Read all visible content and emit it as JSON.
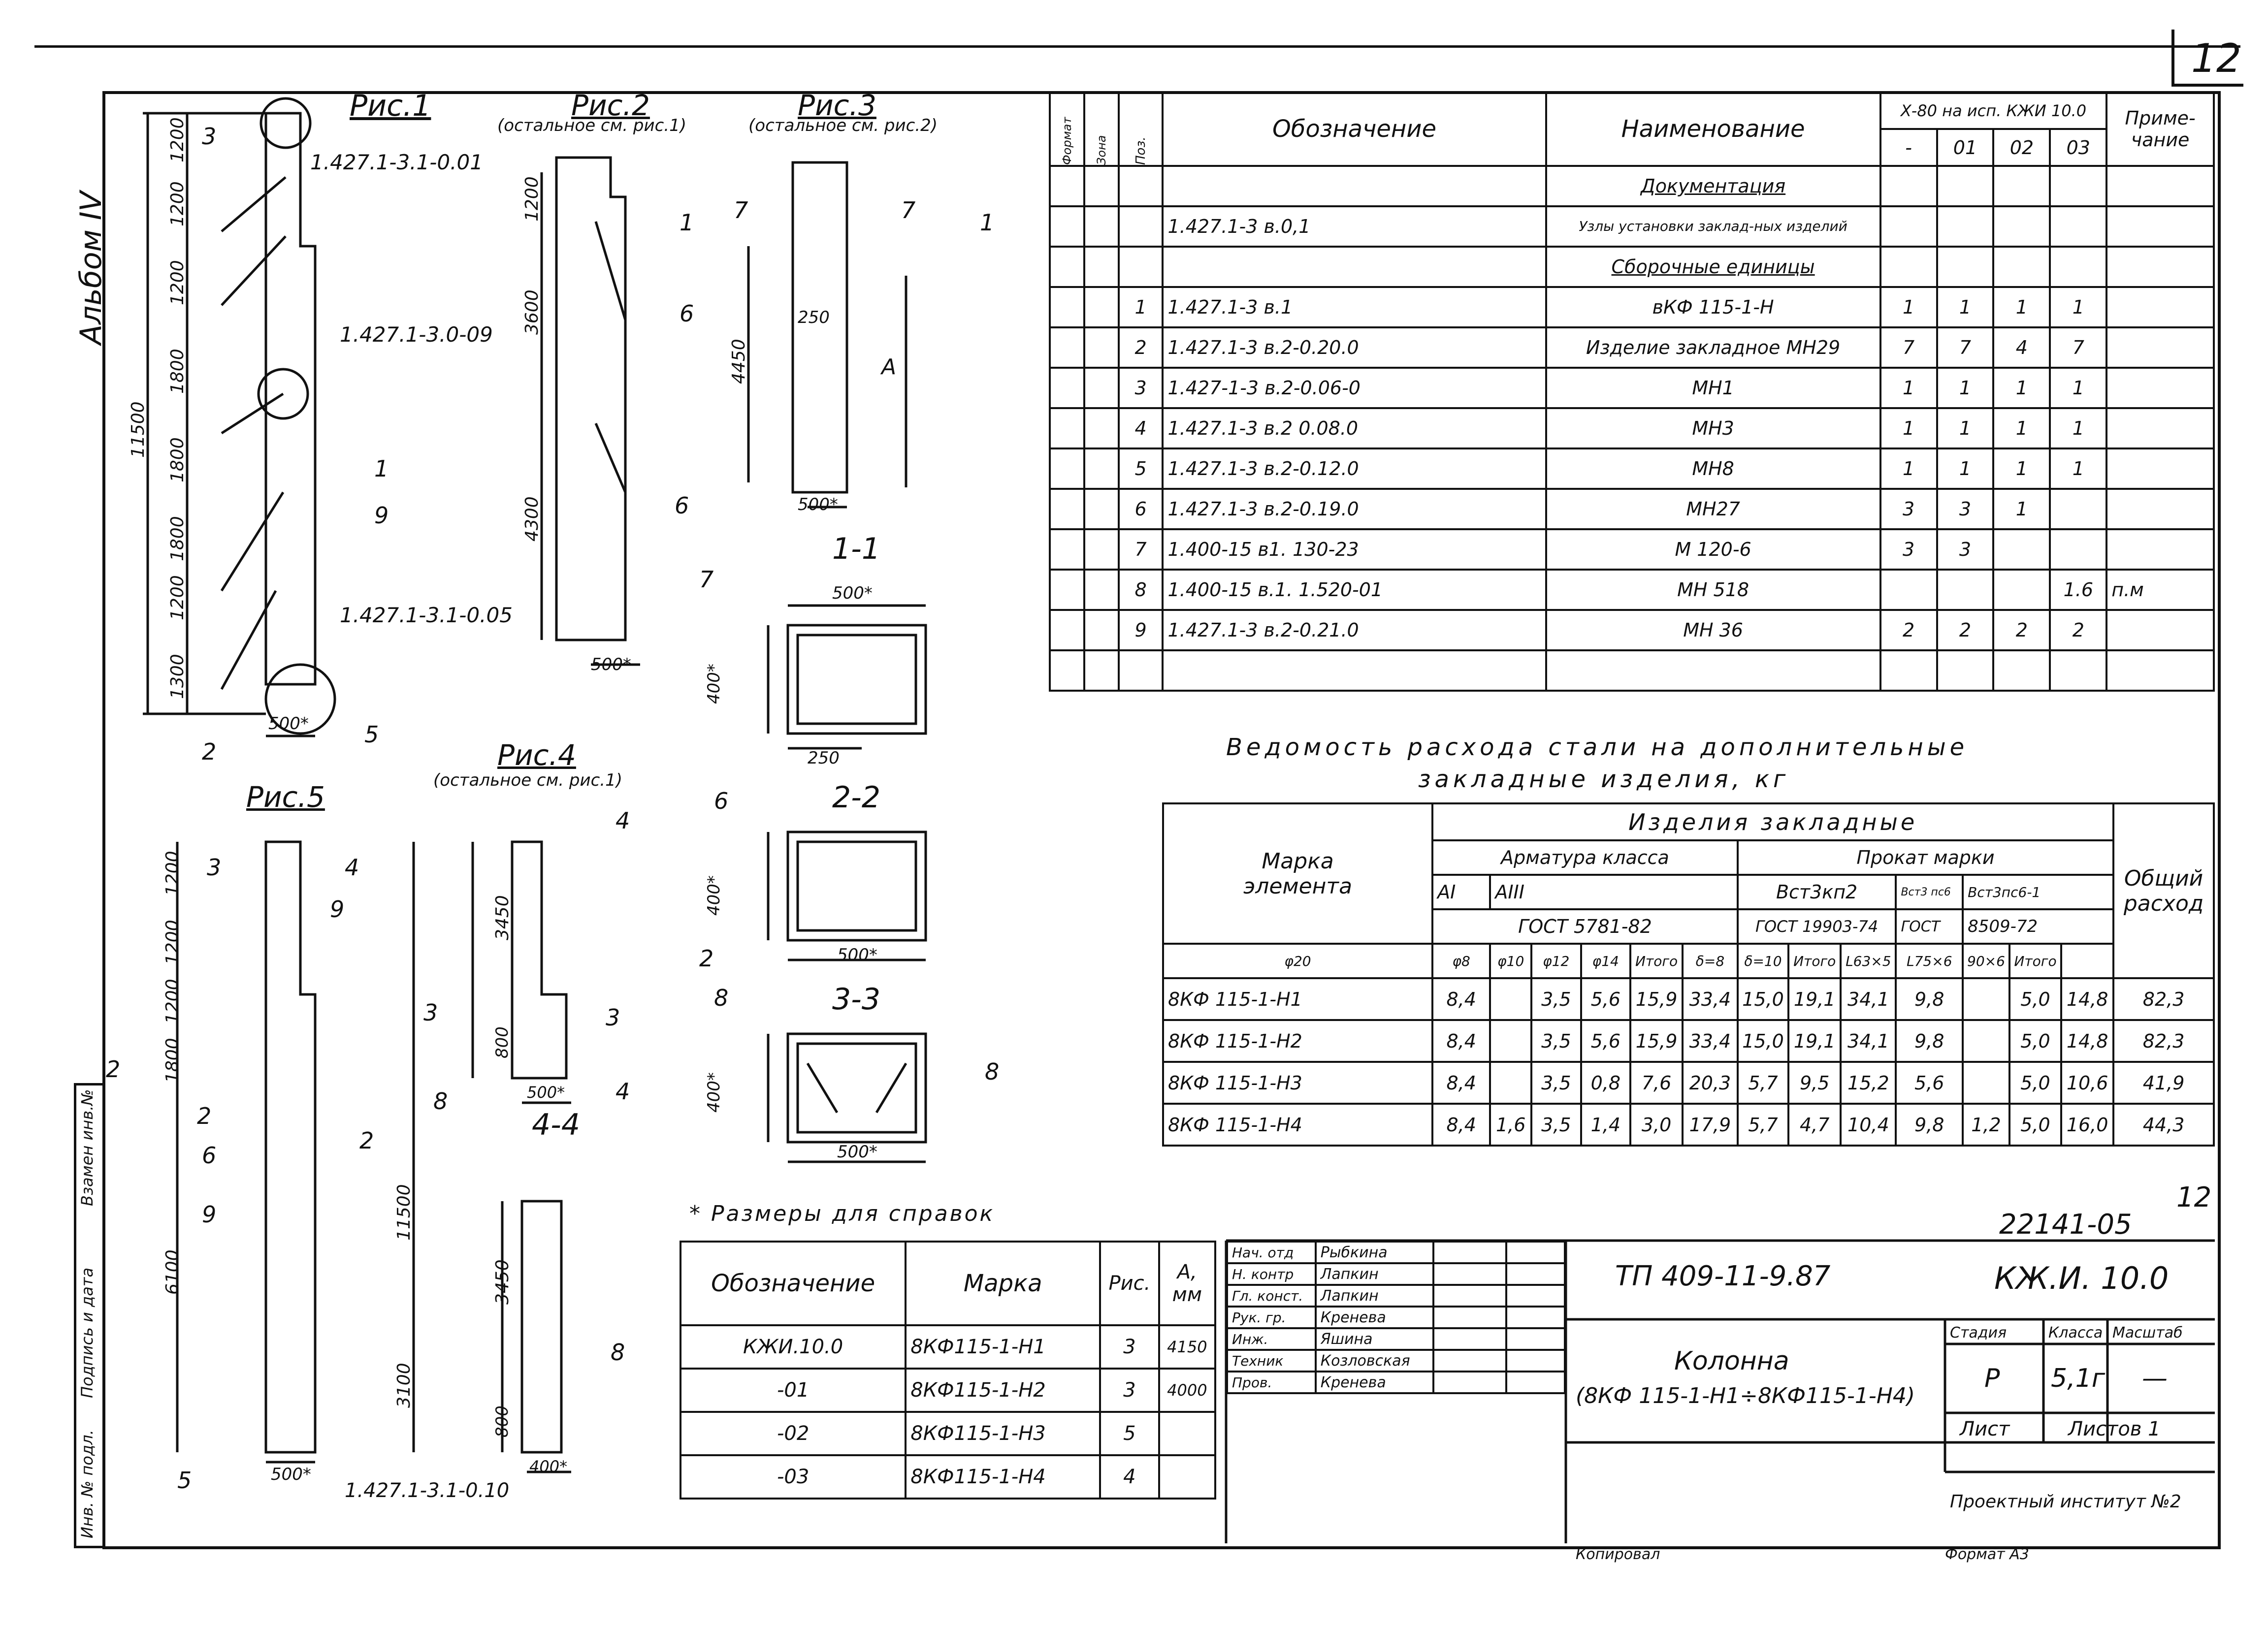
{
  "sheet_no": "12",
  "album": "Альбом IV",
  "figures": {
    "fig1": {
      "title": "Рис.1",
      "refs": [
        "1.427.1-3.1-0.01",
        "1.427.1-3.0-09",
        "1.427.1-3.1-0.05"
      ],
      "dims": [
        "1200",
        "1200",
        "1200",
        "1800",
        "1800",
        "1800",
        "1200",
        "1300",
        "11500",
        "500*"
      ],
      "pos": [
        "3",
        "1",
        "9",
        "2",
        "5"
      ]
    },
    "fig2": {
      "title": "Рис.2",
      "subtitle": "(остальное см. рис.1)",
      "dims": [
        "1200",
        "3600",
        "4300",
        "500*"
      ],
      "pos": [
        "6",
        "6"
      ]
    },
    "fig3": {
      "title": "Рис.3",
      "subtitle": "(остальное см. рис.2)",
      "dims": [
        "4450",
        "250",
        "A",
        "500*"
      ],
      "pos": [
        "7",
        "7",
        "1",
        "1"
      ]
    },
    "fig4": {
      "title": "Рис.4",
      "subtitle": "(остальное см. рис.1)",
      "dims": [
        "3450",
        "800",
        "500*",
        "3450",
        "800",
        "400*"
      ],
      "pos": [
        "4",
        "3",
        "3",
        "8",
        "4",
        "8"
      ],
      "section": "4-4"
    },
    "fig5": {
      "title": "Рис.5",
      "dims": [
        "1200",
        "1200",
        "1200",
        "1800",
        "6100",
        "3100",
        "11500",
        "500*"
      ],
      "pos": [
        "3",
        "4",
        "9",
        "2",
        "6",
        "2",
        "9",
        "5",
        "2"
      ],
      "ref": "1.427.1-3.1-0.10"
    },
    "sec11": {
      "title": "1-1",
      "dims": [
        "500*",
        "400*",
        "250"
      ],
      "pos": [
        "7"
      ]
    },
    "sec22": {
      "title": "2-2",
      "dims": [
        "400*",
        "500*"
      ],
      "pos": [
        "6",
        "2"
      ]
    },
    "sec33": {
      "title": "3-3",
      "dims": [
        "400*",
        "500*"
      ],
      "pos": [
        "8",
        "8"
      ]
    }
  },
  "spec": {
    "headers": {
      "format": "Формат",
      "zone": "Зона",
      "pos": "Поз.",
      "designation": "Обозначение",
      "name": "Наименование",
      "qty": "Х-80 на исп. КЖИ 10.0",
      "note": "Приме-чание"
    },
    "qty_cols": [
      "-",
      "01",
      "02",
      "03"
    ],
    "rows": [
      {
        "pos": "",
        "designation": "",
        "name": "Документация",
        "q": [
          "",
          "",
          "",
          ""
        ],
        "note": ""
      },
      {
        "pos": "",
        "designation": "1.427.1-3 в.0,1",
        "name": "Узлы установки заклад-ных изделий",
        "q": [
          "",
          "",
          "",
          ""
        ],
        "note": ""
      },
      {
        "pos": "",
        "designation": "",
        "name": "Сборочные единицы",
        "q": [
          "",
          "",
          "",
          ""
        ],
        "note": ""
      },
      {
        "pos": "1",
        "designation": "1.427.1-3 в.1",
        "name": "вКФ 115-1-Н",
        "q": [
          "1",
          "1",
          "1",
          "1"
        ],
        "note": ""
      },
      {
        "pos": "2",
        "designation": "1.427.1-3 в.2-0.20.0",
        "name": "Изделие закладное МН29",
        "q": [
          "7",
          "7",
          "4",
          "7"
        ],
        "note": ""
      },
      {
        "pos": "3",
        "designation": "1.427-1-3 в.2-0.06-0",
        "name": "МН1",
        "q": [
          "1",
          "1",
          "1",
          "1"
        ],
        "note": ""
      },
      {
        "pos": "4",
        "designation": "1.427.1-3 в.2 0.08.0",
        "name": "МН3",
        "q": [
          "1",
          "1",
          "1",
          "1"
        ],
        "note": ""
      },
      {
        "pos": "5",
        "designation": "1.427.1-3 в.2-0.12.0",
        "name": "МН8",
        "q": [
          "1",
          "1",
          "1",
          "1"
        ],
        "note": ""
      },
      {
        "pos": "6",
        "designation": "1.427.1-3 в.2-0.19.0",
        "name": "МН27",
        "q": [
          "3",
          "3",
          "1",
          ""
        ],
        "note": ""
      },
      {
        "pos": "7",
        "designation": "1.400-15 в1. 130-23",
        "name": "М 120-6",
        "q": [
          "3",
          "3",
          "",
          ""
        ],
        "note": ""
      },
      {
        "pos": "8",
        "designation": "1.400-15 в.1. 1.520-01",
        "name": "МН 518",
        "q": [
          "",
          "",
          "",
          "1.6"
        ],
        "note": "п.м"
      },
      {
        "pos": "9",
        "designation": "1.427.1-3 в.2-0.21.0",
        "name": "МН 36",
        "q": [
          "2",
          "2",
          "2",
          "2"
        ],
        "note": ""
      },
      {
        "pos": "",
        "designation": "",
        "name": "",
        "q": [
          "",
          "",
          "",
          ""
        ],
        "note": ""
      }
    ]
  },
  "steel": {
    "title1": "Ведомость расхода стали на дополнительные",
    "title2": "закладные изделия, кг",
    "h_mark1": "Марка",
    "h_mark2": "элемента",
    "h_items": "Изделия закладные",
    "h_rebar": "Арматура класса",
    "h_rolled": "Прокат марки",
    "h_total1": "Общий",
    "h_total2": "расход",
    "h_ai": "AI",
    "h_aiii": "AIII",
    "h_vst": "Вст3кп2",
    "h_vst2": "Вст3 пс6",
    "h_vst3": "Вст3пс6-1",
    "h_gost1": "ГОСТ 5781-82",
    "h_gost2": "ГОСТ 19903-74",
    "h_gost3": "ГОСТ",
    "h_gost4": "8509-72",
    "cols": [
      "φ20",
      "φ8",
      "φ10",
      "φ12",
      "φ14",
      "Итого",
      "δ=8",
      "δ=10",
      "Итого",
      "L63×5",
      "L75×6",
      "90×6",
      "Итого"
    ],
    "rows": [
      {
        "mark": "8КФ 115-1-Н1",
        "v": [
          "8,4",
          "",
          "3,5",
          "5,6",
          "15,9",
          "33,4",
          "15,0",
          "19,1",
          "34,1",
          "9,8",
          "",
          "5,0",
          "14,8"
        ],
        "total": "82,3"
      },
      {
        "mark": "8КФ 115-1-Н2",
        "v": [
          "8,4",
          "",
          "3,5",
          "5,6",
          "15,9",
          "33,4",
          "15,0",
          "19,1",
          "34,1",
          "9,8",
          "",
          "5,0",
          "14,8"
        ],
        "total": "82,3"
      },
      {
        "mark": "8КФ 115-1-Н3",
        "v": [
          "8,4",
          "",
          "3,5",
          "0,8",
          "7,6",
          "20,3",
          "5,7",
          "9,5",
          "15,2",
          "5,6",
          "",
          "5,0",
          "10,6"
        ],
        "total": "41,9"
      },
      {
        "mark": "8КФ 115-1-Н4",
        "v": [
          "8,4",
          "1,6",
          "3,5",
          "1,4",
          "3,0",
          "17,9",
          "5,7",
          "4,7",
          "10,4",
          "9,8",
          "1,2",
          "5,0",
          "16,0"
        ],
        "total": "44,3"
      }
    ]
  },
  "note_ref": "* Размеры для справок",
  "variants": {
    "headers": {
      "designation": "Обозначение",
      "mark": "Марка",
      "fig": "Рис.",
      "a": "А, мм"
    },
    "rows": [
      {
        "designation": "КЖИ.10.0",
        "mark": "8КФ115-1-Н1",
        "fig": "3",
        "a": "4150"
      },
      {
        "designation": "-01",
        "mark": "8КФ115-1-Н2",
        "fig": "3",
        "a": "4000"
      },
      {
        "designation": "-02",
        "mark": "8КФ115-1-Н3",
        "fig": "5",
        "a": ""
      },
      {
        "designation": "-03",
        "mark": "8КФ115-1-Н4",
        "fig": "4",
        "a": ""
      }
    ]
  },
  "title_block": {
    "doc_code": "22141-05",
    "doc_code_page": "12",
    "project": "ТП 409-11-9.87",
    "code": "КЖ.И. 10.0",
    "name1": "Колонна",
    "name2": "(8КФ 115-1-Н1÷8КФ115-1-Н4)",
    "stage_label": "Стадия",
    "class_label": "Класса",
    "scale_label": "Масштаб",
    "stage": "Р",
    "class": "5,1г",
    "scale": "—",
    "sheet_label": "Лист",
    "sheets_label": "Листов 1",
    "org": "Проектный институт №2",
    "signers": [
      {
        "role": "Нач. отд",
        "name": "Рыбкина"
      },
      {
        "role": "Н. контр",
        "name": "Лапкин"
      },
      {
        "role": "Гл. конст.",
        "name": "Лапкин"
      },
      {
        "role": "Рук. гр.",
        "name": "Кренева"
      },
      {
        "role": "Инж.",
        "name": "Яшина"
      },
      {
        "role": "Техник",
        "name": "Козловская"
      },
      {
        "role": "Пров.",
        "name": "Кренева"
      }
    ],
    "footer_left": "Копировал",
    "footer_right": "Формат А3"
  },
  "side_stamp": [
    "Инв. № подл.",
    "Подпись и дата",
    "Взамен инв.№"
  ]
}
